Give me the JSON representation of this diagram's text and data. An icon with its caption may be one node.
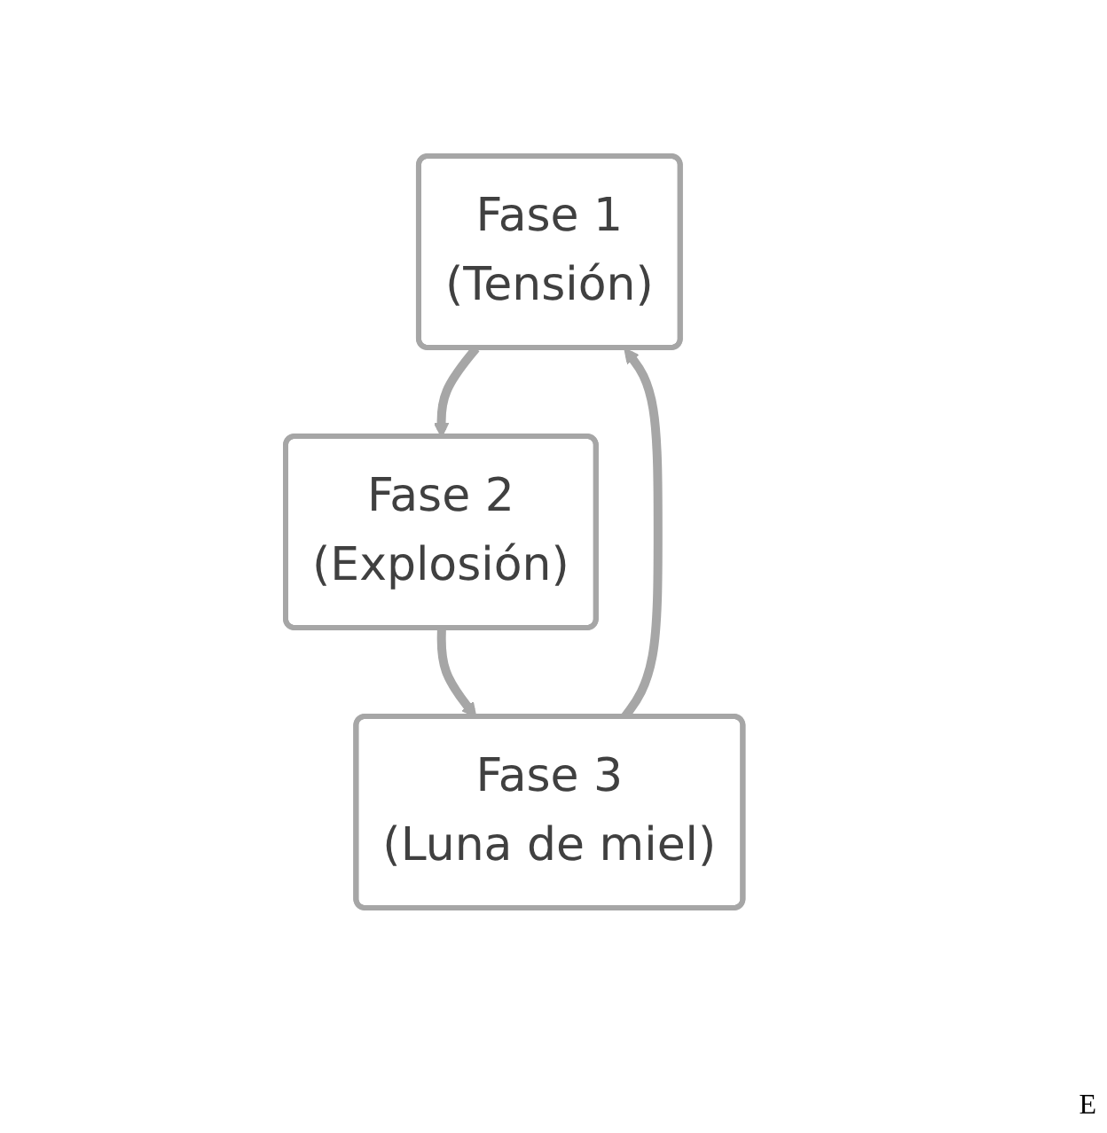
{
  "diagram": {
    "nodes": [
      {
        "text": [
          "Fase 1",
          "(Tensión)"
        ]
      },
      {
        "text": [
          "Fase 2",
          "(Explosión)"
        ]
      },
      {
        "text": [
          "Fase 3",
          "(Luna de miel)"
        ]
      }
    ],
    "edges": [
      {
        "from": 0,
        "to": 1,
        "arrow": "to"
      },
      {
        "from": 1,
        "to": 2,
        "arrow": "to"
      },
      {
        "from": 2,
        "to": 0,
        "arrow": "to"
      }
    ],
    "labels": [
      "E"
    ]
  }
}
